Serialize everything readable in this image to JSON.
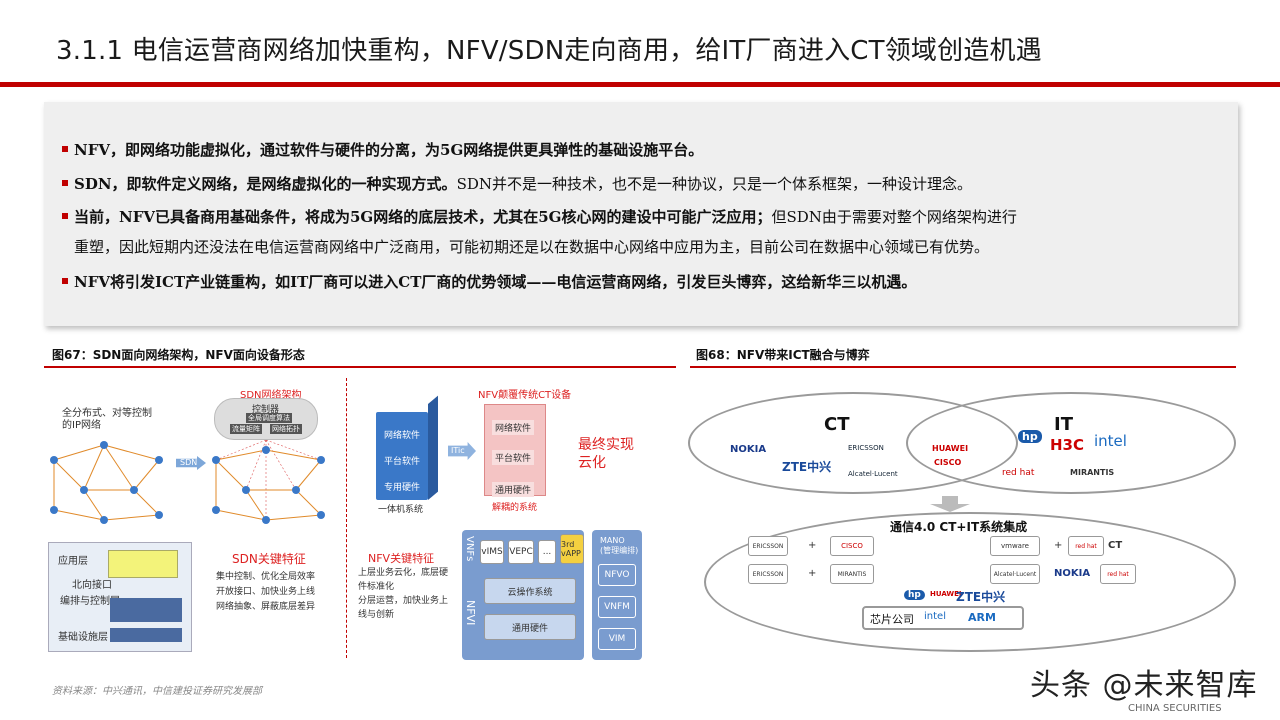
{
  "title": "3.1.1 电信运营商网络加快重构，NFV/SDN走向商用，给IT厂商进入CT领域创造机遇",
  "summary": {
    "b1_bold": "NFV，即网络功能虚拟化，通过软件与硬件的分离，为5G网络提供更具弹性的基础设施平台。",
    "b2_bold": "SDN，即软件定义网络，是网络虚拟化的一种实现方式。",
    "b2_rest": "SDN并不是一种技术，也不是一种协议，只是一个体系框架，一种设计理念。",
    "b3_bold": "当前，NFV已具备商用基础条件，将成为5G网络的底层技术，尤其在5G核心网的建设中可能广泛应用；",
    "b3_rest1": "但SDN由于需要对整个网络架构进行",
    "b3_rest2": "重塑，因此短期内还没法在电信运营商网络中广泛商用，可能初期还是以在数据中心网络中应用为主，目前公司在数据中心领域已有优势。",
    "b4_bold": "NFV将引发ICT产业链重构，如IT厂商可以进入CT厂商的优势领域——电信运营商网络，引发巨头博弈，这给新华三以机遇。"
  },
  "fig67": {
    "caption": "图67：SDN面向网络架构，NFV面向设备形态",
    "left_top_label": "全分布式、对等控制\n的IP网络",
    "sdn_arch": "SDN网络架构",
    "controller": "控制器",
    "ctrl_items": [
      "全局调度算法",
      "流量矩阵",
      "网络拓扑"
    ],
    "sdn_arrow": "SDN",
    "nfv_title": "NFV颠覆传统CT设备",
    "blue_stack": [
      "网络软件",
      "平台软件",
      "专用硬件"
    ],
    "blue_caption": "一体机系统",
    "itic": "ITic",
    "red_stack": [
      "网络软件",
      "平台软件",
      "通用硬件"
    ],
    "red_caption": "解耦的系统",
    "final_cloud": "最终实现\n云化",
    "layers": [
      "应用层",
      "北向接口",
      "编排与控制层",
      "基础设施层"
    ],
    "sdn_key_title": "SDN关键特征",
    "sdn_key_text": "集中控制、优化全局效率\n开放接口、加快业务上线\n网络抽象、屏蔽底层差异",
    "nfv_key_title": "NFV关键特征",
    "nfv_key_text": "上层业务云化，底层硬\n件标准化\n分层运营，加快业务上\n线与创新",
    "vnfs": "VNFs",
    "vnf_items": [
      "vIMS",
      "VEPC",
      "...",
      "3rd vAPP"
    ],
    "mano": "MANO\n(管理编排)",
    "nfvi": "NFVI",
    "cloud_os": "云操作系统",
    "generic_hw": "通用硬件",
    "mano_items": [
      "NFVO",
      "VNFM",
      "VIM"
    ]
  },
  "fig68": {
    "caption": "图68：NFV带来ICT融合与博弈",
    "ct": "CT",
    "it": "IT",
    "ct_vendors": [
      "NOKIA",
      "ERICSSON",
      "ZTE中兴",
      "Alcatel·Lucent"
    ],
    "it_vendors": [
      "hp",
      "H3C",
      "intel",
      "red hat",
      "MIRANTIS"
    ],
    "center_vendors": [
      "HUAWEI",
      "CISCO"
    ],
    "integration_title": "通信4.0 CT+IT系统集成",
    "combos": [
      {
        "a": "ERICSSON",
        "b": "CISCO"
      },
      {
        "a": "ERICSSON",
        "b": "MIRANTIS"
      },
      {
        "a": "vmware",
        "b": "red hat",
        "c": "CT"
      },
      {
        "a": "Alcatel·Lucent",
        "b": "NOKIA",
        "c": "red hat"
      }
    ],
    "plus": "+",
    "bottom_row": [
      "hp",
      "HUAWEI",
      "ZTE中兴"
    ],
    "chip_row": [
      "芯片公司",
      "intel",
      "ARM"
    ]
  },
  "source": "资料来源：中兴通讯，中信建投证券研究发展部",
  "watermark": "头条 @未来智库",
  "watermark_sub": "CHINA SECURITIES",
  "colors": {
    "accent": "#c00000",
    "blue": "#3a78c8",
    "red_box": "#e07a7a"
  }
}
